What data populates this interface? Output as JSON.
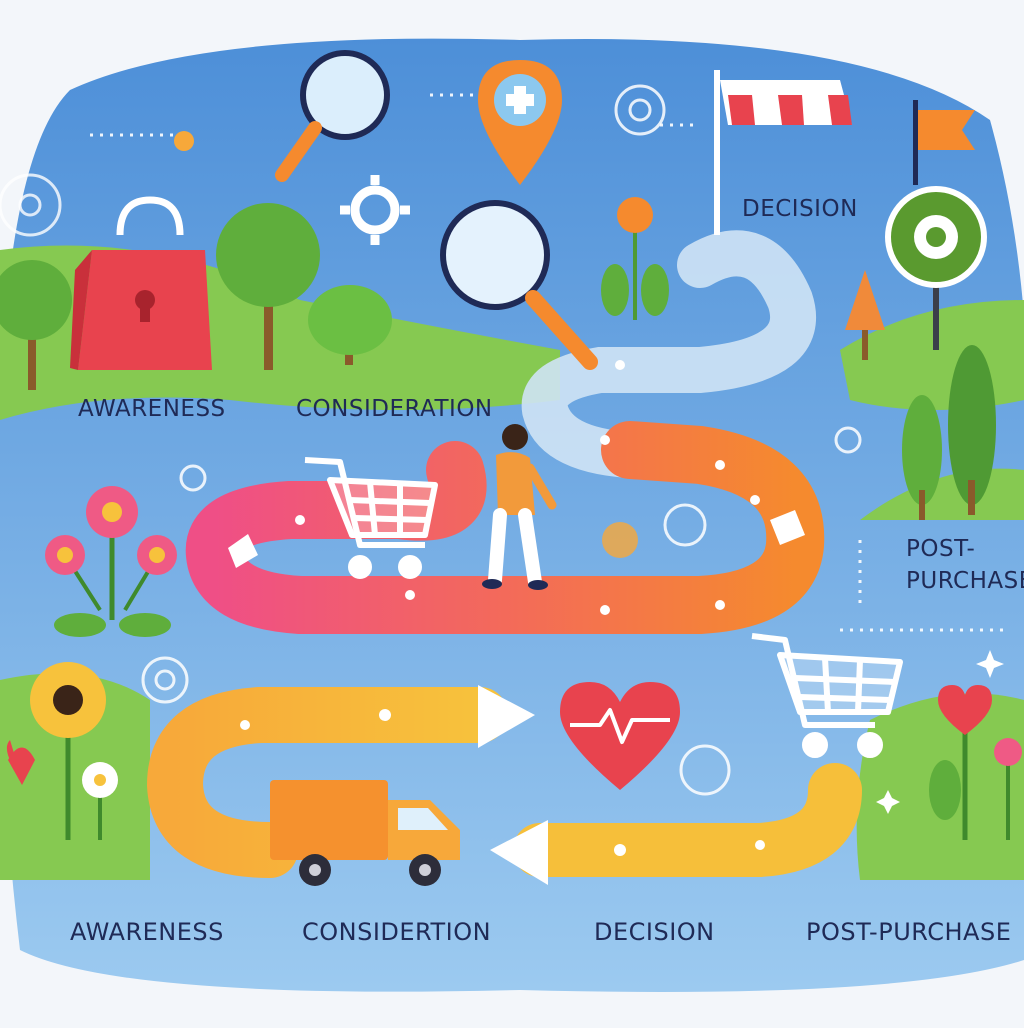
{
  "labels": {
    "awareness_top": "AWARENESS",
    "consideration_top": "CONSIDERATION",
    "decision_top": "DECISION",
    "post_purchase_top_line1": "POST-",
    "post_purchase_top_line2": "PURCHASE",
    "awareness_bottom": "AWARENESS",
    "consideration_bottom": "CONSIDERTION",
    "decision_bottom": "DECISION",
    "post_purchase_bottom": "POST-PURCHASE"
  },
  "colors": {
    "sky": "#4f8fd8",
    "sky_light": "#8fc0ee",
    "grass": "#7cc24a",
    "grass_dark": "#4f9a34",
    "path_pink": "#ef4f86",
    "path_orange": "#f58a2e",
    "path_yellow": "#f7b733",
    "path_glass": "#c9dff3",
    "text": "#1f2a56"
  },
  "icons": [
    "shopping-bag-icon",
    "magnifier-icon",
    "location-pin-icon",
    "gear-icon",
    "shop-awning-icon",
    "flag-icon",
    "badge-icon",
    "shopping-cart-icon",
    "heart-pulse-icon",
    "delivery-truck-icon",
    "person-walking-icon",
    "tree-icon",
    "flower-icon"
  ]
}
